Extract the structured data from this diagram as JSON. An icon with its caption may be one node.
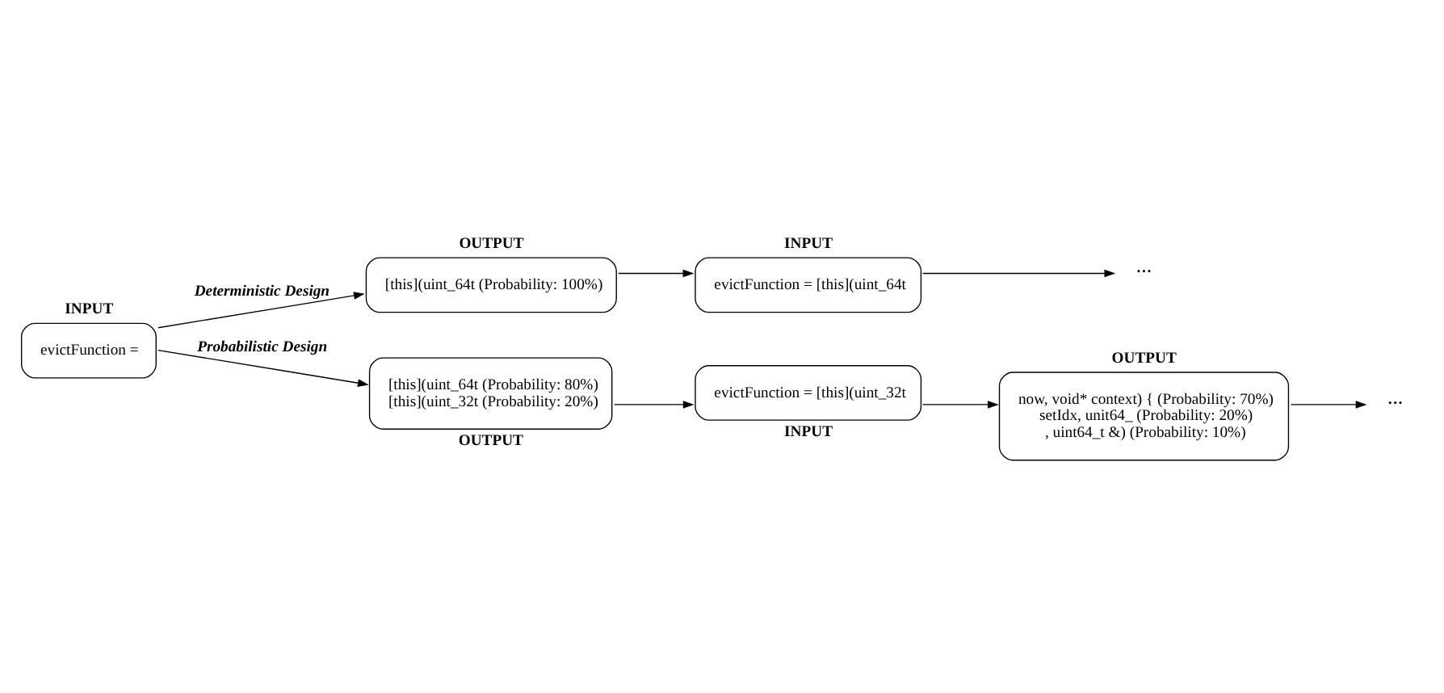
{
  "diagram": {
    "nodes": [
      {
        "text": [
          "INPUT",
          "evictFunction ="
        ]
      },
      {
        "text": [
          "OUTPUT",
          "[this](uint_64t (Probability: 100%)"
        ]
      },
      {
        "text": [
          "INPUT",
          "evictFunction = [this](uint_64t"
        ]
      },
      {
        "text": [
          "···"
        ]
      },
      {
        "text": [
          "OUTPUT",
          "now, void* context) { (Probability: 70%)",
          "setIdx, unit64_ (Probability: 20%)",
          ", uint64_t &) (Probability: 10%)"
        ]
      },
      {
        "text": [
          "···"
        ]
      },
      {
        "text": [
          "[this](uint_64t (Probability: 80%)",
          "[this](uint_32t (Probability: 20%)",
          "OUTPUT"
        ]
      },
      {
        "text": [
          "evictFunction = [this](uint_32t",
          "INPUT"
        ]
      }
    ],
    "edges": [
      {
        "from": 0,
        "to": 1,
        "arrow": "to",
        "label": "Deterministic Design"
      },
      {
        "from": 0,
        "to": 6,
        "arrow": "to",
        "label": "Probabilistic Design"
      },
      {
        "from": 1,
        "to": 2,
        "arrow": "to"
      },
      {
        "from": 2,
        "to": 3,
        "arrow": "to"
      },
      {
        "from": 7,
        "to": 4,
        "arrow": "to"
      },
      {
        "from": 4,
        "to": 5,
        "arrow": "to"
      },
      {
        "from": 6,
        "to": 7,
        "arrow": "to"
      }
    ]
  }
}
